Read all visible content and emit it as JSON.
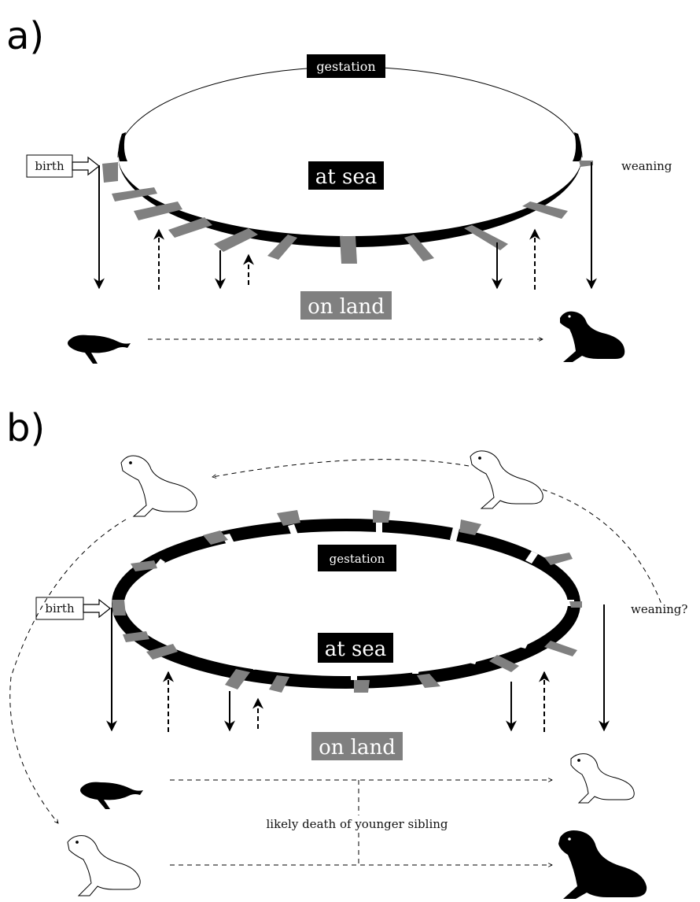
{
  "panel_a": {
    "letter": "a)",
    "gestation_label": "gestation",
    "sea_label": "at sea",
    "land_label": "on land",
    "birth_label": "birth",
    "weaning_label": "weaning"
  },
  "panel_b": {
    "letter": "b)",
    "gestation_label": "gestation",
    "sea_label": "at sea",
    "land_label": "on land",
    "birth_label": "birth",
    "weaning_label": "weaning?",
    "sibling_label": "likely death of younger sibling"
  },
  "colors": {
    "sea": "#000000",
    "land": "#808080",
    "filled_seal": "#000000",
    "outline_seal": "#ffffff"
  }
}
